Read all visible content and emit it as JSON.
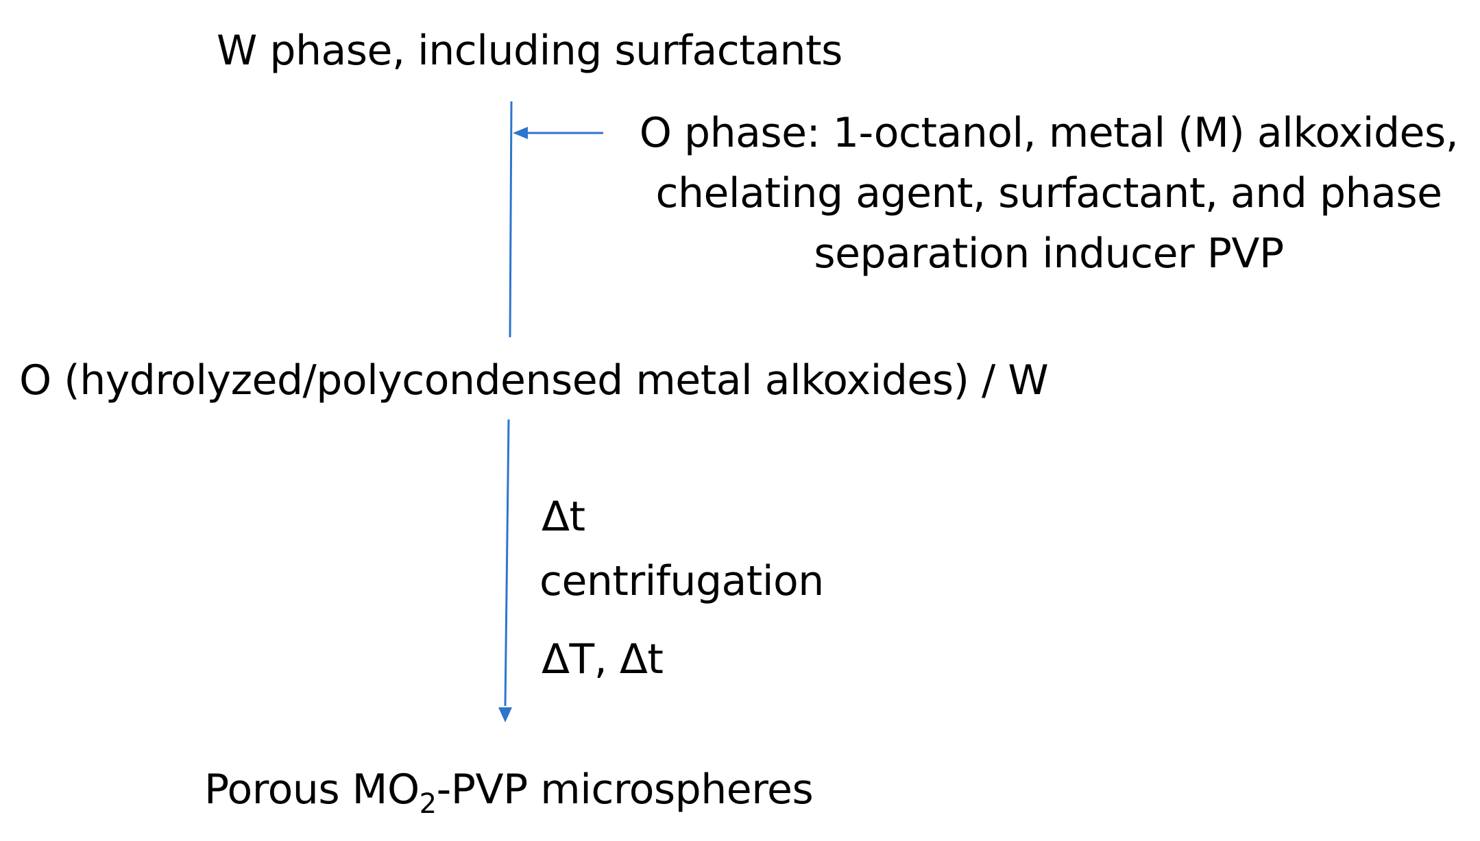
{
  "nodes": {
    "w_phase": "W phase, including surfactants",
    "o_phase": {
      "line1": "O phase: 1-octanol, metal (M) alkoxides,",
      "line2": "chelating agent, surfactant, and phase",
      "line3": "separation inducer PVP"
    },
    "mixture": "O (hydrolyzed/polycondensed metal alkoxides) / W",
    "product": {
      "prefix": "Porous MO",
      "subscript": "2",
      "suffix": "-PVP microspheres"
    }
  },
  "steps": {
    "dt": "Δt",
    "centrifugation": "centrifugation",
    "dT_dt": "ΔT, Δt"
  },
  "colors": {
    "arrow": "#2E75CC",
    "text": "#000000"
  }
}
